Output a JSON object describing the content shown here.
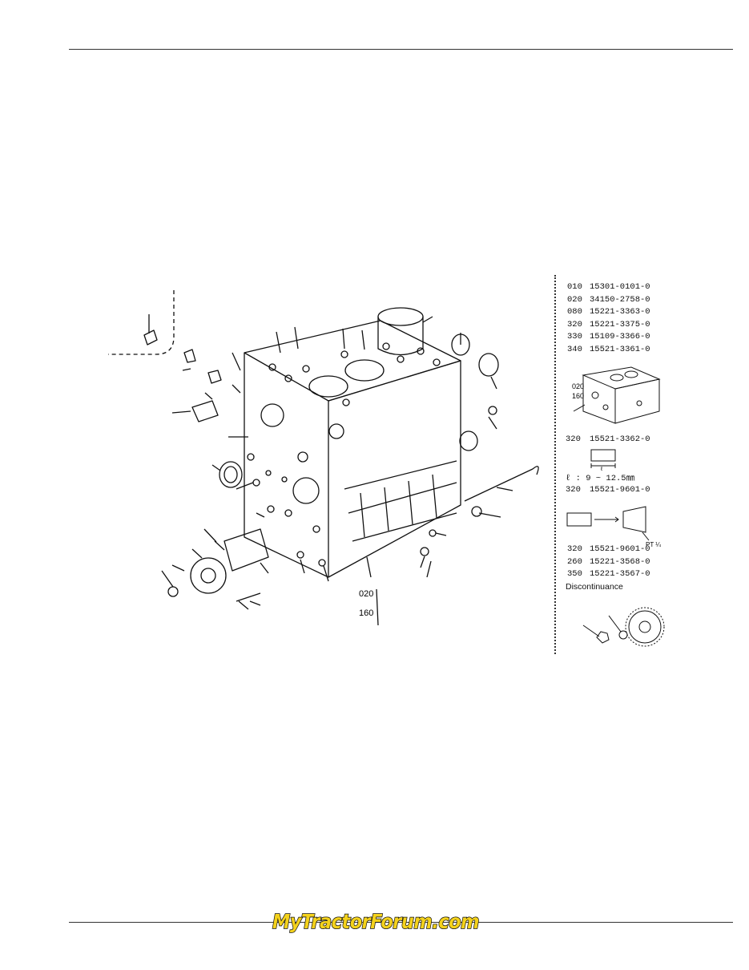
{
  "sidebar": {
    "parts_top": [
      {
        "code": "010",
        "number": "15301-0101-0"
      },
      {
        "code": "020",
        "number": "34150-2758-0"
      },
      {
        "code": "080",
        "number": "15221-3363-0"
      },
      {
        "code": "320",
        "number": "15221-3375-0"
      },
      {
        "code": "330",
        "number": "15109-3366-0"
      },
      {
        "code": "340",
        "number": "15521-3361-0"
      }
    ],
    "thumb_labels": {
      "upper": "020",
      "lower": "160"
    },
    "part_320a": {
      "code": "320",
      "number": "15521-3362-0"
    },
    "length_spec": "ℓ : 9 ~ 12.5㎜",
    "length_mark": "ℓ",
    "part_320b": {
      "code": "320",
      "number": "15521-9601-0"
    },
    "pt_label": "PT ¼",
    "parts_bottom": [
      {
        "code": "320",
        "number": "15521-9601-0"
      },
      {
        "code": "260",
        "number": "15221-3568-0"
      },
      {
        "code": "350",
        "number": "15221-3567-0"
      }
    ],
    "discontinuance": "Discontinuance"
  },
  "diagram": {
    "label_upper": "020",
    "label_lower": "160"
  },
  "footer": {
    "logo_text": "MyTractorForum.com"
  }
}
